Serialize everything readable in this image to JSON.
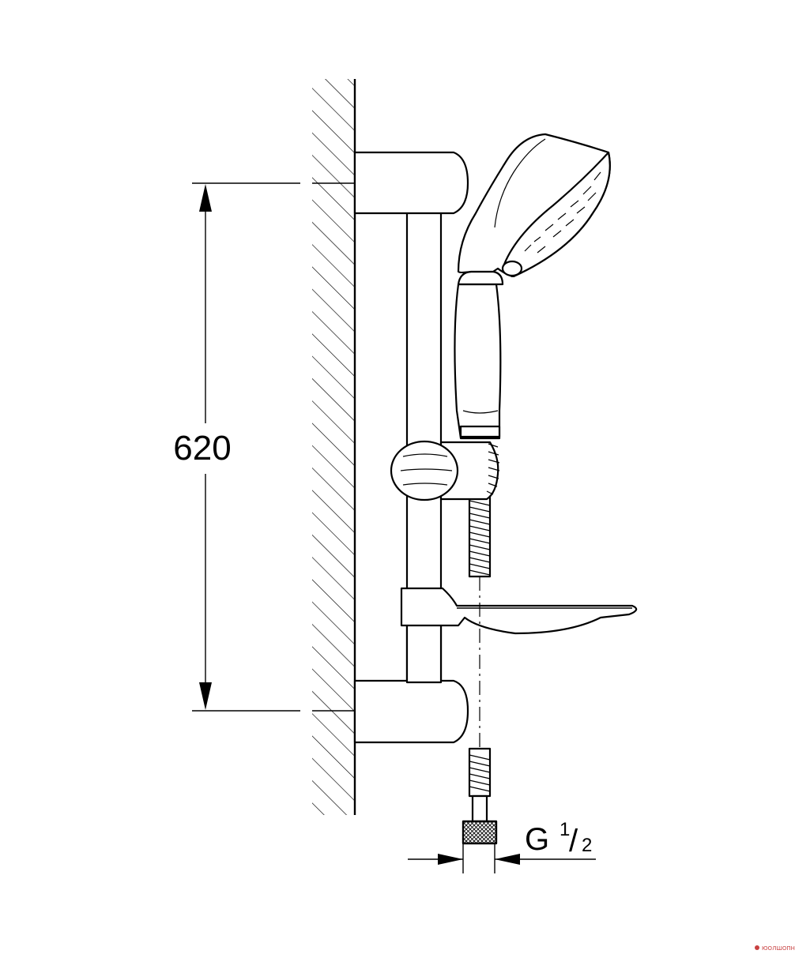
{
  "dimensions": {
    "height_label": "620",
    "thread_main": "G",
    "thread_numerator": "1",
    "thread_slash": "/",
    "thread_denominator": "2"
  },
  "watermark": "ЮОЛШОПНОЕ",
  "colors": {
    "ink": "#000000",
    "paper": "#ffffff",
    "watermark": "#c84040"
  }
}
